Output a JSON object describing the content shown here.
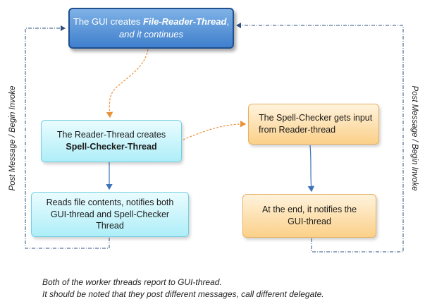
{
  "gui_box": {
    "line1_pre": "The GUI creates ",
    "line1_em": "File-Reader-Thread",
    "line1_post": ",",
    "line2": "and it continues"
  },
  "reader_box": {
    "line1": "The Reader-Thread creates",
    "line2": "Spell-Checker-Thread"
  },
  "reads_box": {
    "line1": "Reads file contents, notifies both",
    "line2": "GUI-thread and Spell-Checker",
    "line3": "Thread"
  },
  "spell_box": {
    "line1": "The Spell-Checker gets input",
    "line2": "from Reader-thread"
  },
  "end_box": {
    "line1": "At the end, it notifies the",
    "line2": "GUI-thread"
  },
  "side_label_left": "Post Message / Begin Invoke",
  "side_label_right": "Post Message / Begin Invoke",
  "caption": {
    "line1": "Both of the worker threads report to GUI-thread.",
    "line2": "It should be noted that they post different messages, call different delegate."
  },
  "colors": {
    "gui_fill": "#4a89d6",
    "gui_border": "#1f4f8f",
    "cyan_fill": "#c8f4fb",
    "orange_fill": "#fde2b0",
    "orange_arrow": "#e8923a",
    "blue_arrow": "#3f73b8",
    "feedback_line": "#2f4f7f"
  }
}
